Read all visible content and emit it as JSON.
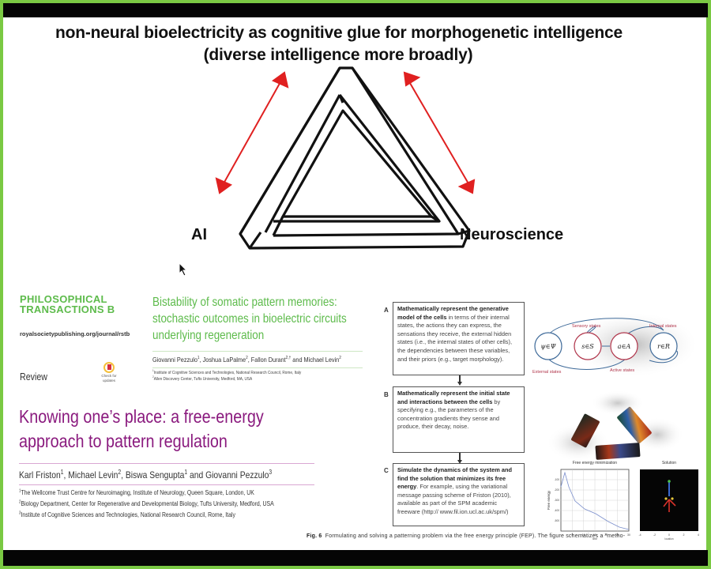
{
  "slide": {
    "title_line1": "non-neural bioelectricity as cognitive glue for morphogenetic intelligence",
    "title_line2": "(diverse intelligence more broadly)",
    "label_left": "AI",
    "label_right": "Neuroscience",
    "colors": {
      "frame_border": "#7ac943",
      "arrow": "#e02020",
      "journal_green": "#5dbb4b",
      "paper_purple": "#8a1a7e"
    }
  },
  "paper_bistability": {
    "journal_line1": "PHILOSOPHICAL",
    "journal_line2": "TRANSACTIONS B",
    "journal_url": "royalsocietypublishing.org/journal/rstb",
    "article_type": "Review",
    "check_updates_line1": "Check for",
    "check_updates_line2": "updates",
    "title_lines": [
      "Bistability of somatic pattern memories:",
      "stochastic outcomes in bioelectric circuits",
      "underlying regeneration"
    ],
    "authors": [
      {
        "name": "Giovanni Pezzulo",
        "sup": "1",
        "sep": ", "
      },
      {
        "name": "Joshua LaPalme",
        "sup": "2",
        "sep": ", "
      },
      {
        "name": "Fallon Durant",
        "sup": "2,†",
        "sep": " and "
      },
      {
        "name": "Michael Levin",
        "sup": "2",
        "sep": ""
      }
    ],
    "affiliations": [
      {
        "sup": "1",
        "text": "Institute of Cognitive Sciences and Technologies, National Research Council, Rome, Italy"
      },
      {
        "sup": "2",
        "text": "Allen Discovery Center, Tufts University, Medford, MA, USA"
      }
    ]
  },
  "paper_knowing": {
    "title_lines": [
      "Knowing one’s place: a free-energy",
      "approach to pattern regulation"
    ],
    "authors": [
      {
        "name": "Karl Friston",
        "sup": "1",
        "sep": ", "
      },
      {
        "name": "Michael Levin",
        "sup": "2",
        "sep": ", "
      },
      {
        "name": "Biswa Sengupta",
        "sup": "1",
        "sep": " and "
      },
      {
        "name": "Giovanni Pezzulo",
        "sup": "3",
        "sep": ""
      }
    ],
    "affiliations": [
      {
        "sup": "1",
        "text": "The Wellcome Trust Centre for Neuroimaging, Institute of Neurology, Queen Square, London, UK"
      },
      {
        "sup": "2",
        "text": "Biology Department, Center for Regenerative and Developmental Biology, Tufts University, Medford, USA"
      },
      {
        "sup": "3",
        "text": "Institute of Cognitive Sciences and Technologies, National Research Council, Rome, Italy"
      }
    ]
  },
  "figure6": {
    "steps": [
      {
        "letter": "A",
        "bold": "Mathematically represent the generative model of the cells",
        "text": " in terms of their internal states, the actions they can express, the sensations they receive, the external hidden states (i.e., the internal states of other cells), the dependencies between these variables, and their priors (e.g., target morphology)."
      },
      {
        "letter": "B",
        "bold": "Mathematically represent the initial state and interactions between the cells",
        "text": " by specifying e.g., the parameters of the concentration gradients they sense and produce, their decay, noise."
      },
      {
        "letter": "C",
        "bold": "Simulate the dynamics of the system and find the solution that minimizes its free energy",
        "text": ". For example, using the variational message passing scheme of Friston (2010), available as part of the SPM academic freeware (http:// www.fil.ion.ucl.ac.uk/spm/)"
      }
    ],
    "states_diagram": {
      "nodes": [
        "ψ∈Ψ",
        "s∈S",
        "a∈A",
        "r∈R"
      ],
      "labels": {
        "sensory": "Sensory states",
        "internal": "Internal states",
        "external": "External states",
        "active": "Active states"
      }
    },
    "fe_plot": {
      "title": "Free energy minimization",
      "ylabel": "Free energy",
      "xlabel": "time",
      "xticks": [
        "5",
        "10",
        "15",
        "20",
        "25",
        "30"
      ],
      "yticks": [
        "-100",
        "-200",
        "-300",
        "-400",
        "-500"
      ]
    },
    "solution_plot": {
      "title": "Solution",
      "xlabel": "location",
      "xticks": [
        "-4",
        "-2",
        "0",
        "2",
        "4"
      ]
    },
    "caption_label": "Fig. 6",
    "caption_text": "Formulating and solving a patterning problem via the free energy principle (FEP). The figure schematizes a “metho-"
  }
}
